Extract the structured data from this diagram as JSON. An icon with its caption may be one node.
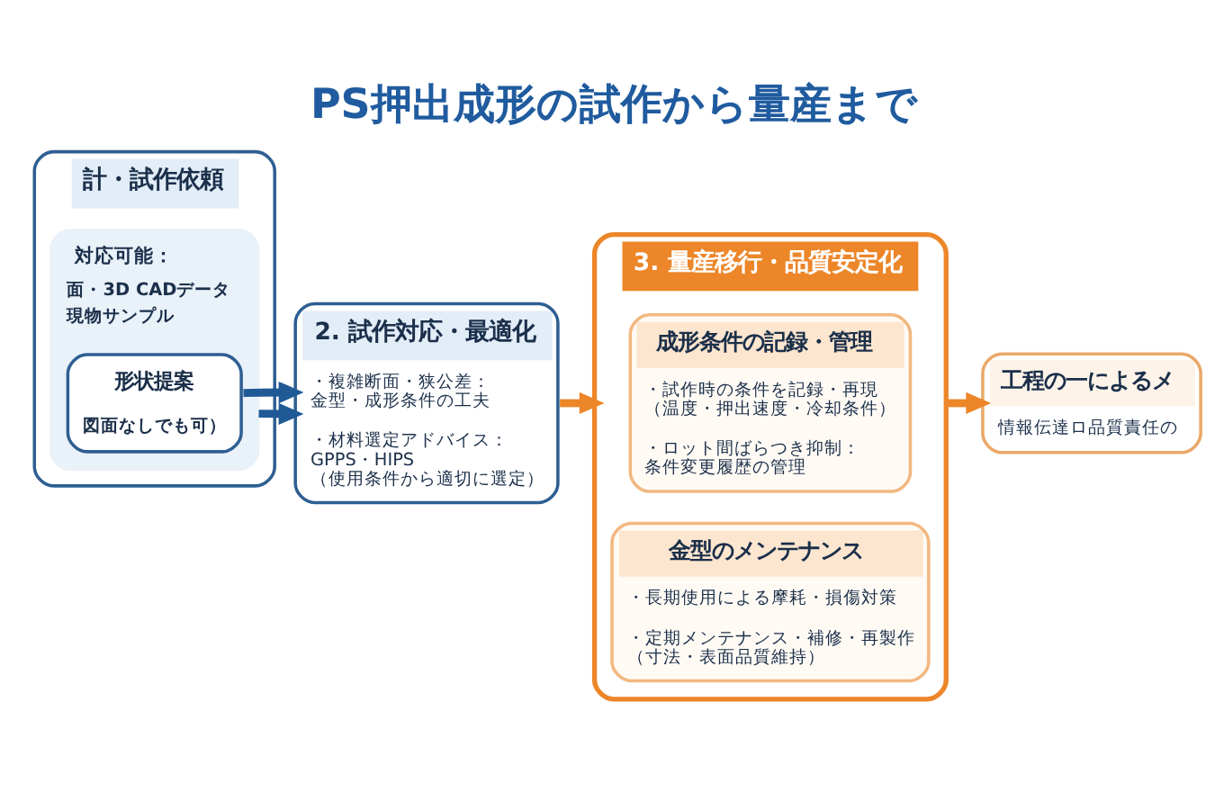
{
  "diagram": {
    "title": "PS押出成形の試作から量産まで",
    "nodes": [
      {
        "text": [
          "計・試作依頼"
        ]
      },
      {
        "text": [
          "対応可能：",
          "面・3D CADデータ",
          "現物サンプル"
        ],
        "in": 0
      },
      {
        "text": [
          "形状提案",
          "図面なしでも可）"
        ],
        "in": 1
      },
      {
        "text": [
          "2. 試作対応・最適化",
          "・複雑断面・狭公差：金型・成形条件の工夫",
          "・材料選定アドバイス：GPPS・HIPS（使用条件から適切に選定）"
        ]
      },
      {
        "text": [
          "3. 量産移行・品質安定化"
        ]
      },
      {
        "text": [
          "成形条件の記録・管理",
          "・試作時の条件を記録・再現（温度・押出速度・冷却条件）",
          "・ロット間ばらつき抑制：条件変更履歴の管理"
        ],
        "in": 4
      },
      {
        "text": [
          "金型のメンテナンス",
          "・長期使用による摩耗・損傷対策",
          "・定期メンテナンス・補修・再製作（寸法・表面品質維持）"
        ],
        "in": 4
      },
      {
        "text": [
          "工程の一によるメ",
          "情報伝達ロ品質責任の"
        ]
      }
    ],
    "edges": [
      {
        "from": 1,
        "to": 3,
        "arrow": "to",
        "color": "#1f5a96"
      },
      {
        "from": 2,
        "to": 3,
        "arrow": "to",
        "color": "#1f5a96"
      },
      {
        "from": 3,
        "to": 4,
        "arrow": "to",
        "color": "#ec8629"
      },
      {
        "from": 4,
        "to": 7,
        "arrow": "to",
        "color": "#ec8629"
      }
    ]
  }
}
